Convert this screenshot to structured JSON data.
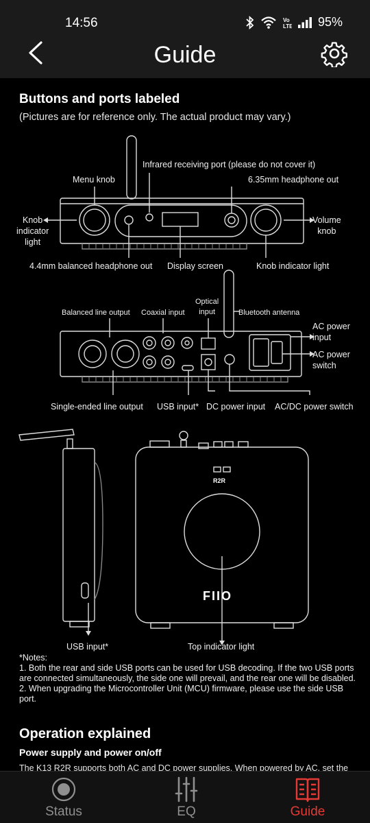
{
  "status_bar": {
    "time": "14:56",
    "battery": "95%",
    "icons": [
      "bluetooth-icon",
      "wifi-icon",
      "volte-icon",
      "signal-icon"
    ]
  },
  "app_bar": {
    "title": "Guide",
    "back_icon": "chevron-left-icon",
    "settings_icon": "gear-icon"
  },
  "guide": {
    "section_title": "Buttons and ports labeled",
    "disclaimer": "(Pictures are for reference only. The actual product may vary.)",
    "front_labels": {
      "infrared": "Infrared receiving port (please do not cover it)",
      "menu_knob": "Menu knob",
      "headphone_635": "6.35mm headphone out",
      "knob_indicator_left": "Knob\nindicator\nlight",
      "volume_knob": "Volume\nknob",
      "balanced_44": "4.4mm balanced headphone out",
      "display": "Display screen",
      "knob_indicator_right": "Knob indicator light"
    },
    "rear_labels": {
      "balanced_line": "Balanced line output",
      "coaxial": "Coaxial input",
      "optical": "Optical\ninput",
      "bluetooth": "Bluetooth antenna",
      "ac_power_input": "AC power\ninput",
      "ac_power_switch": "AC power\nswitch",
      "single_ended": "Single-ended line output",
      "usb_input": "USB input*",
      "dc_power": "DC power input",
      "acdc_switch": "AC/DC power switch"
    },
    "side_top_labels": {
      "usb_side": "USB input*",
      "top_indicator": "Top indicator light"
    },
    "notes": [
      "*Notes:",
      "1. Both the rear and side USB ports can be used for USB decoding. If the two USB ports are connected simultaneously, the side one will prevail, and the rear one will be disabled.",
      "2. When upgrading the Microcontroller Unit (MCU) firmware, please use the side USB port."
    ],
    "operation_title": "Operation explained",
    "power_title": "Power supply and power on/off",
    "power_text": "The K13 R2R supports both AC and DC power supplies. When powered by AC, set the"
  },
  "nav": {
    "items": [
      {
        "label": "Status",
        "icon": "status-icon",
        "active": false
      },
      {
        "label": "EQ",
        "icon": "eq-sliders-icon",
        "active": false
      },
      {
        "label": "Guide",
        "icon": "book-icon",
        "active": true
      }
    ]
  },
  "colors": {
    "background": "#000000",
    "bar": "#1b1b1b",
    "accent": "#e53935",
    "inactive": "#8f8f8f"
  }
}
